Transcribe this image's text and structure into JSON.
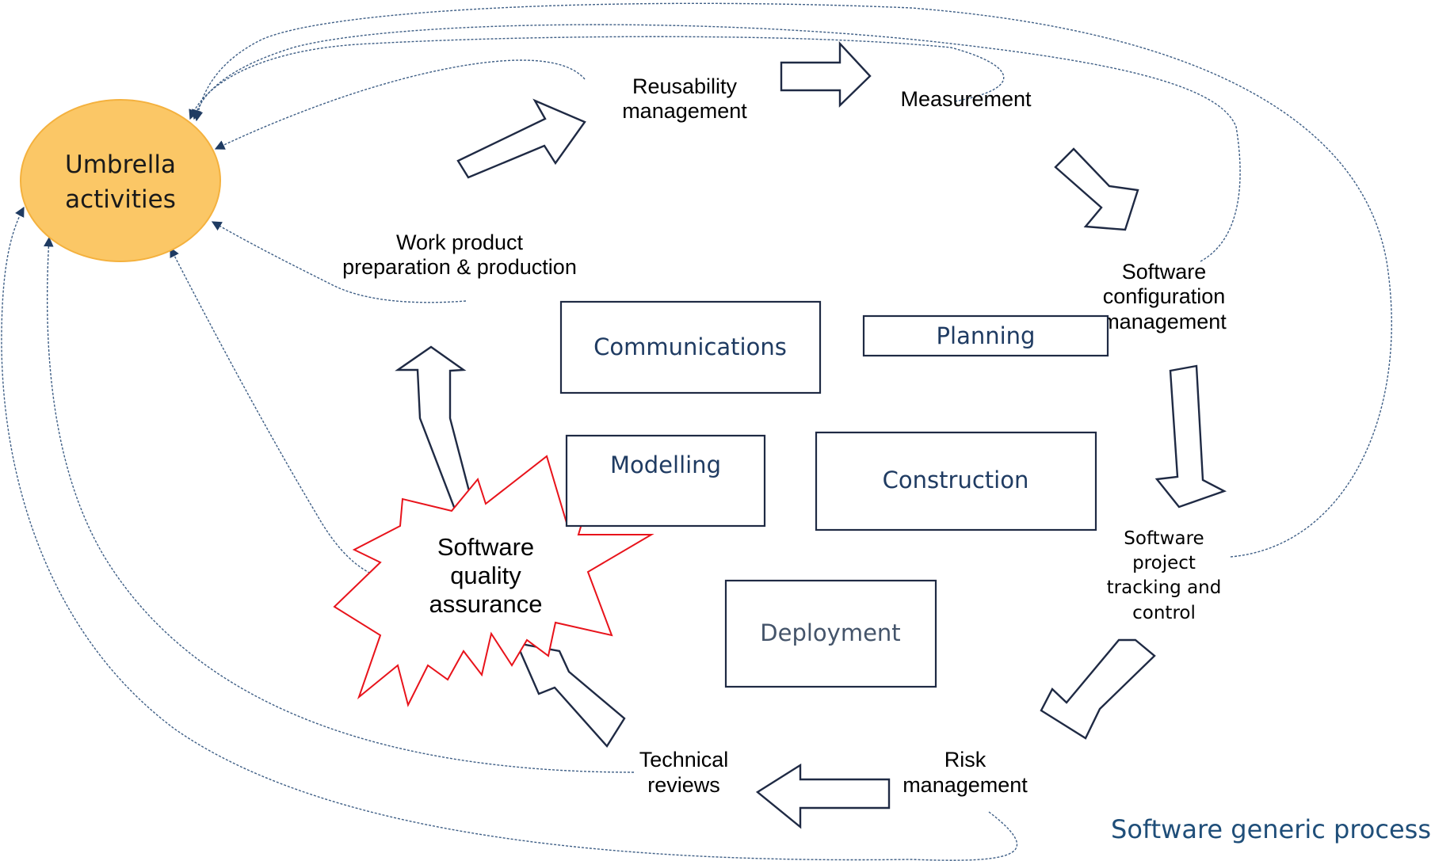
{
  "colors": {
    "umbrella_fill": "#fbc766",
    "umbrella_stroke": "#f4b13e",
    "phase_text": "#1f3b62",
    "phase_text_light": "#44546a",
    "highlight_red": "#e8131b",
    "footer_blue": "#1f4e79"
  },
  "umbrella": {
    "line1": "Umbrella",
    "line2": "activities"
  },
  "activities": {
    "reusability": {
      "line1": "Reusability",
      "line2": "management"
    },
    "measurement": "Measurement",
    "config": {
      "line1": "Software",
      "line2": "configuration",
      "line3": "management"
    },
    "tracking": {
      "line1": "Software",
      "line2": "project",
      "line3": "tracking and",
      "line4": "control"
    },
    "risk": {
      "line1": "Risk",
      "line2": "management"
    },
    "reviews": {
      "line1": "Technical",
      "line2": "reviews"
    },
    "sqa": {
      "line1": "Software",
      "line2": "quality",
      "line3": "assurance"
    },
    "work_product": {
      "line1": "Work product",
      "line2": "preparation & production"
    }
  },
  "phases": {
    "communications": "Communications",
    "planning": "Planning",
    "modelling": "Modelling",
    "construction": "Construction",
    "deployment": "Deployment"
  },
  "footer": "Software generic process"
}
